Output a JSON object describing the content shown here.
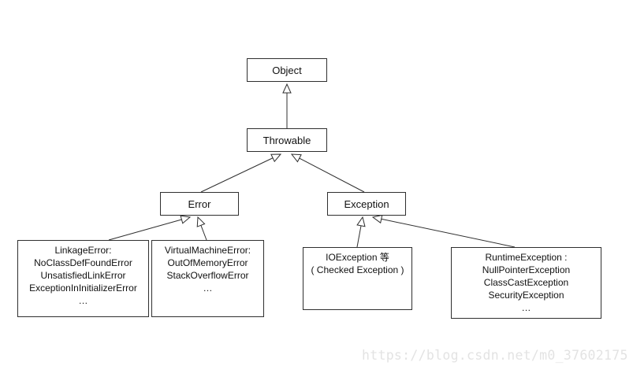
{
  "page": {
    "background": "#ffffff"
  },
  "diagram": {
    "type": "class-hierarchy",
    "colors": {
      "line": "#2f2f2f",
      "box_border": "#2f2f2f",
      "text": "#111111",
      "watermark": "#e3e3e3"
    },
    "nodes": {
      "object": {
        "label": "Object"
      },
      "throwable": {
        "label": "Throwable"
      },
      "error": {
        "label": "Error"
      },
      "exception": {
        "label": "Exception"
      },
      "error_linkage": {
        "lines": [
          "LinkageError:",
          "NoClassDefFoundError",
          "UnsatisfiedLinkError",
          "ExceptionInInitializerError",
          "…"
        ]
      },
      "error_vm": {
        "lines": [
          "VirtualMachineError:",
          "OutOfMemoryError",
          "StackOverflowError",
          "…"
        ]
      },
      "exception_checked": {
        "lines": [
          "IOException 等",
          "( Checked Exception )"
        ]
      },
      "exception_runtime": {
        "lines": [
          "RuntimeException :",
          "NullPointerException",
          "ClassCastException",
          "SecurityException",
          "…"
        ]
      }
    },
    "edges": [
      {
        "from": "Throwable",
        "to": "Object",
        "type": "generalization"
      },
      {
        "from": "Error",
        "to": "Throwable",
        "type": "generalization"
      },
      {
        "from": "Exception",
        "to": "Throwable",
        "type": "generalization"
      },
      {
        "from": "LinkageError group",
        "to": "Error",
        "type": "generalization"
      },
      {
        "from": "VirtualMachineError group",
        "to": "Error",
        "type": "generalization"
      },
      {
        "from": "IOException group",
        "to": "Exception",
        "type": "generalization"
      },
      {
        "from": "RuntimeException group",
        "to": "Exception",
        "type": "generalization"
      }
    ]
  },
  "watermark": {
    "text": "https://blog.csdn.net/m0_37602175"
  }
}
